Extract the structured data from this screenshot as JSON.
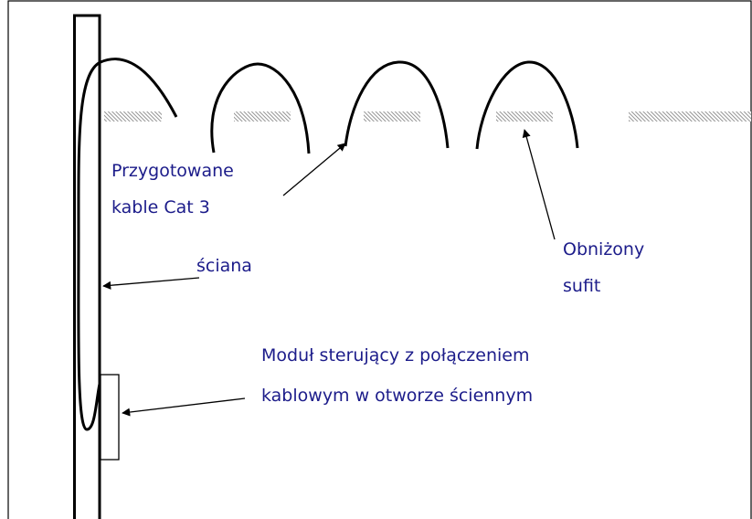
{
  "labels": {
    "cables_line1": "Przygotowane",
    "cables_line2": "kable Cat 3",
    "wall": "ściana",
    "ceiling_line1": "Obniżony",
    "ceiling_line2": "sufit",
    "module_line1": "Moduł sterujący z połączeniem",
    "module_line2": "kablowym w otworze ściennym"
  },
  "colors": {
    "text": "#1c1c8a",
    "lines": "#000000",
    "hatch": "#7a7a7a"
  }
}
